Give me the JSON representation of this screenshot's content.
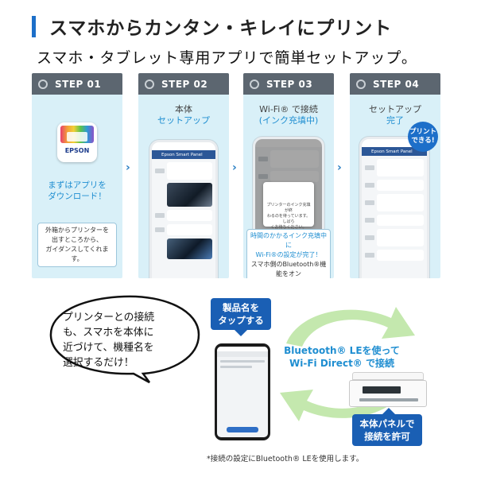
{
  "header": {
    "title": "スマホからカンタン・キレイにプリント",
    "subtitle": "スマホ・タブレット専用アプリで簡単セットアップ。"
  },
  "steps": [
    {
      "label": "STEP 01",
      "body": "まずはアプリを\nダウンロード！",
      "note": "外箱からプリンターを\n出すところから、\nガイダンスしてくれます。",
      "app_brand": "EPSON"
    },
    {
      "label": "STEP 02",
      "line1": "本体",
      "line2": "セットアップ",
      "app_header": "Epson Smart Panel"
    },
    {
      "label": "STEP 03",
      "line1": "Wi-Fi® で接続",
      "line2": "(インク充填中)",
      "note_blue": "時間のかかるインク充填中に\nWi-Fi®の設定が完了！",
      "note": "スマホ側のBluetooth®機能をオン\nにしておくと、自動で自宅に使っ\nているWi-Fi®を検知！",
      "modal_text": "プリンターのインク充填が終\nわるのを待っています。しばら\nくお待ちください。"
    },
    {
      "label": "STEP 04",
      "line1": "セットアップ",
      "line2": "完了",
      "badge": "プリント\nできる!",
      "app_header": "Epson Smart Panel"
    }
  ],
  "speech_bubble": "プリンターとの接続\nも、スマホを本体に\n近づけて、機種名を\n選択するだけ！",
  "callout_tap": "製品名を\nタップする",
  "connection_text": "Bluetooth® LEを使って\nWi-Fi Direct® で接続",
  "callout_panel": "本体パネルで\n接続を許可",
  "footnote": "*接続の設定にBluetooth® LEを使用します。",
  "colors": {
    "accent": "#1d6fc9",
    "card_bg": "#d9f0f8",
    "card_head": "#5c6670",
    "arrow_green": "#c4e8ae"
  },
  "icons": [
    "gear-icon",
    "chevron-right-icon",
    "epson-app-icon",
    "printer-image",
    "smartphone-image",
    "sync-arrows-icon"
  ]
}
